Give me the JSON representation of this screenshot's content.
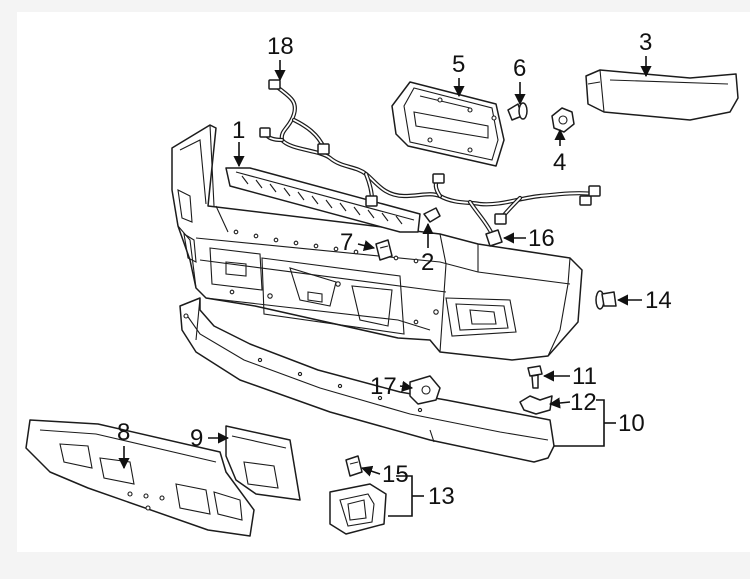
{
  "callouts": {
    "c1": "1",
    "c2": "2",
    "c3": "3",
    "c4": "4",
    "c5": "5",
    "c6": "6",
    "c7": "7",
    "c8": "8",
    "c9": "9",
    "c10": "10",
    "c11": "11",
    "c12": "12",
    "c13": "13",
    "c14": "14",
    "c15": "15",
    "c16": "16",
    "c17": "17",
    "c18": "18"
  },
  "colors": {
    "ink": "#111111",
    "paper": "#ffffff",
    "background": "#f4f4f4"
  }
}
